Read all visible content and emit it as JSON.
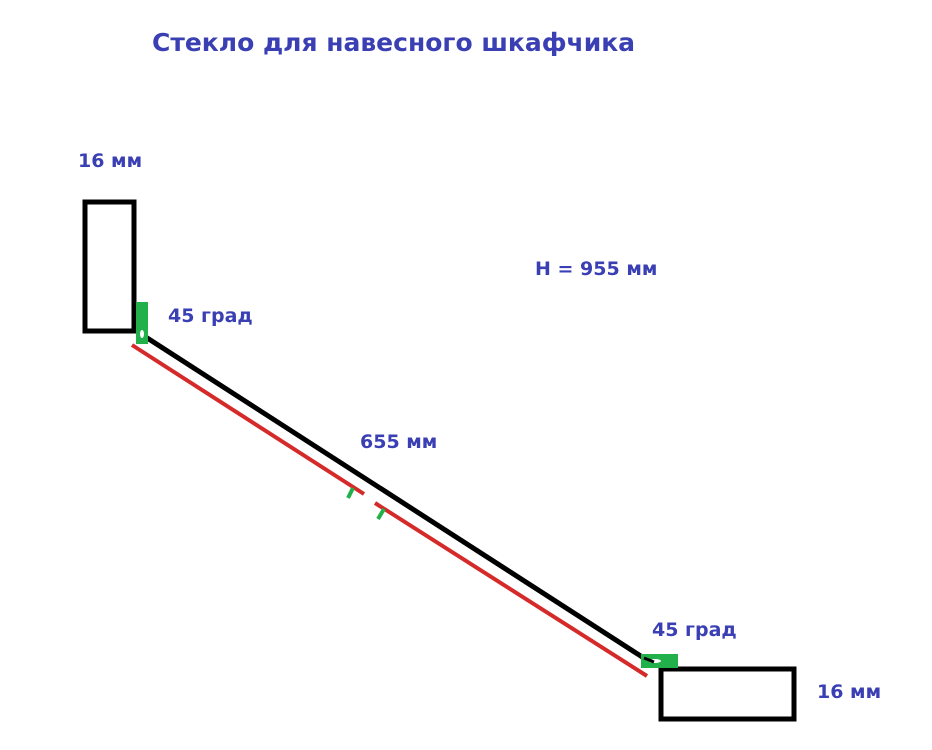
{
  "title": "Стекло для навесного шкафчика",
  "labels": {
    "top_thickness": "16 мм",
    "top_angle": "45 град",
    "height": "H = 955 мм",
    "glass_length": "655 мм",
    "bottom_angle": "45 град",
    "bottom_thickness": "16 мм"
  },
  "colors": {
    "text": "#3a3fb3",
    "glass_line": "#000000",
    "offset_line": "#d42a2a",
    "angle_marker": "#22b04b",
    "panel_outline": "#000000"
  }
}
